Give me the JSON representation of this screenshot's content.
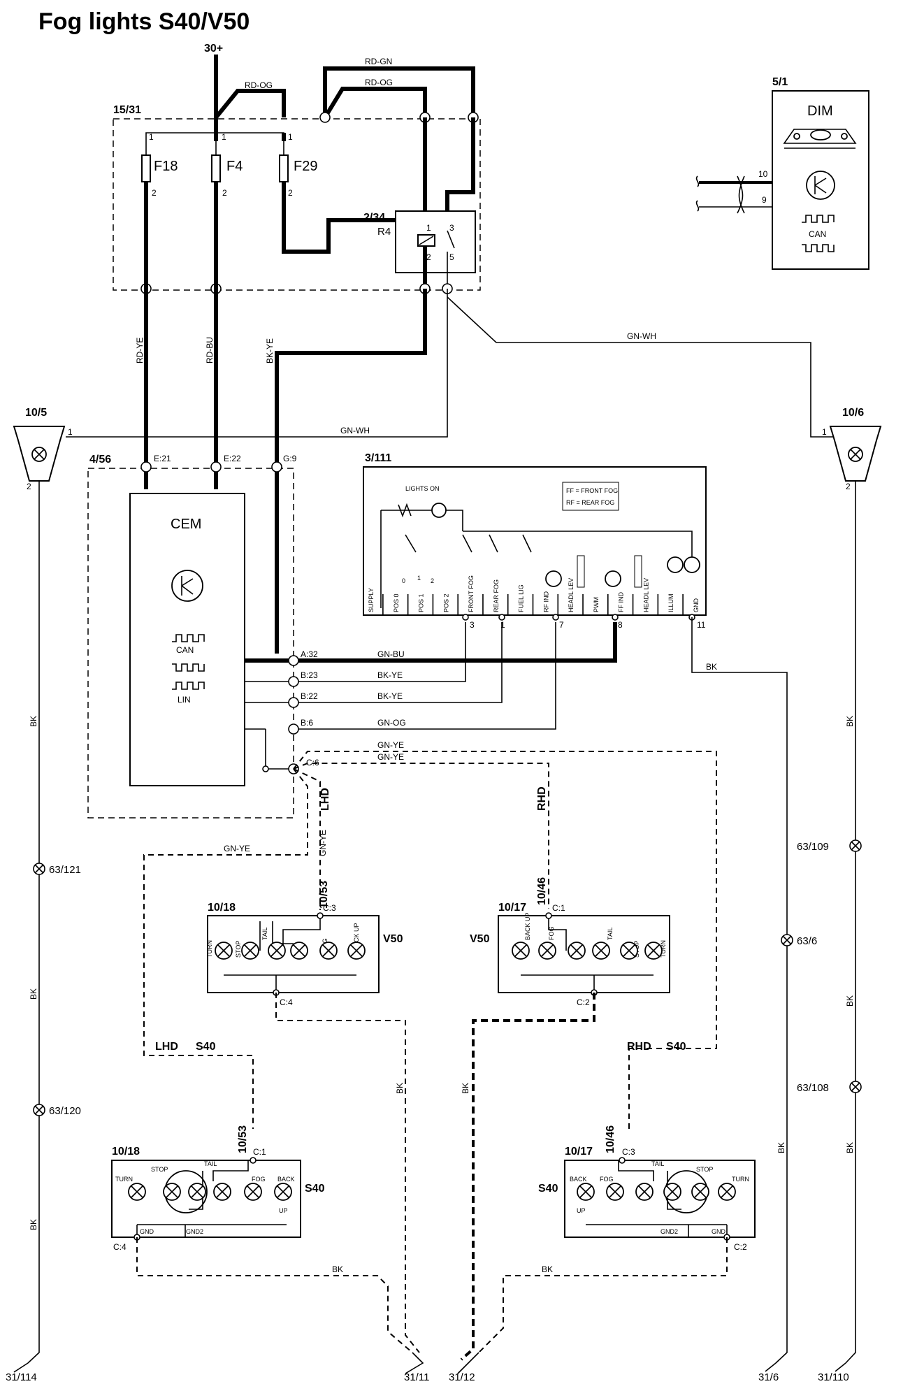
{
  "title": "Fog lights S40/V50",
  "supply": "30+",
  "fusebox": {
    "id": "15/31",
    "fuses": [
      "F18",
      "F4",
      "F29"
    ],
    "pin1": "1",
    "pin2": "2",
    "relay": {
      "id": "2/34",
      "name": "R4",
      "pins": [
        "1",
        "2",
        "3",
        "5"
      ]
    }
  },
  "dim": {
    "id": "5/1",
    "name": "DIM",
    "can": "CAN",
    "pins": [
      "10",
      "9"
    ]
  },
  "cem": {
    "id": "4/56",
    "name": "CEM",
    "can": "CAN",
    "lin": "LIN",
    "inputs": [
      "E:21",
      "E:22",
      "G:9"
    ],
    "pins": [
      "A:32",
      "B:23",
      "B:22",
      "B:6",
      "C:6"
    ]
  },
  "switch": {
    "id": "3/111",
    "legend_ff": "FF = FRONT FOG",
    "legend_rf": "RF = REAR FOG",
    "lights_on": "LIGHTS ON",
    "zero": "0",
    "one": "1",
    "two": "2",
    "columns": [
      "SUPPLY",
      "POS 0",
      "POS 1",
      "POS 2",
      "FRONT FOG",
      "REAR FOG",
      "FUEL LIG",
      "RF IND",
      "HEADL LEV",
      "PWM",
      "FF IND",
      "HEADL LEV",
      "ILLUM",
      "GND"
    ],
    "pins": [
      "3",
      "1",
      "7",
      "8",
      "11"
    ]
  },
  "front_left": {
    "id": "10/5",
    "pin_a": "1",
    "pin_b": "2"
  },
  "front_right": {
    "id": "10/6",
    "pin_a": "1",
    "pin_b": "2"
  },
  "wires": {
    "rd_gn": "RD-GN",
    "rd_og_1": "RD-OG",
    "rd_og_2": "RD-OG",
    "rd_ye": "RD-YE",
    "rd_bu": "RD-BU",
    "bk_ye_v": "BK-YE",
    "gn_wh_1": "GN-WH",
    "gn_wh_2": "GN-WH",
    "gn_bu": "GN-BU",
    "bk_ye_1": "BK-YE",
    "bk_ye_2": "BK-YE",
    "gn_og": "GN-OG",
    "gn_ye_1": "GN-YE",
    "gn_ye_2": "GN-YE",
    "gn_ye_3": "GN-YE",
    "gn_ye_lhd": "GN-YE",
    "lhd": "LHD",
    "rhd": "RHD",
    "bk": "BK"
  },
  "lamps": {
    "v50_left": {
      "id": "10/18",
      "model": "V50",
      "conn_top": "C:3",
      "conn_bot": "C:4",
      "splice": "10/53",
      "labels": [
        "TURN",
        "STOP",
        "TAIL",
        "FOG",
        "BACK UP"
      ]
    },
    "v50_right": {
      "id": "10/17",
      "model": "V50",
      "conn_top": "C:1",
      "conn_bot": "C:2",
      "splice": "10/46",
      "labels": [
        "BACK UP",
        "FOG",
        "TAIL",
        "STOP",
        "TURN"
      ]
    },
    "s40_left": {
      "id": "10/18",
      "model": "S40",
      "conn_top": "C:1",
      "conn_bot": "C:4",
      "splice": "10/53",
      "variant": "LHD",
      "variant_model": "S40",
      "labels": [
        "TURN",
        "STOP",
        "TAIL",
        "FOG",
        "BACK",
        "UP",
        "GND",
        "GND2"
      ]
    },
    "s40_right": {
      "id": "10/17",
      "model": "S40",
      "conn_top": "C:3",
      "conn_bot": "C:2",
      "splice": "10/46",
      "variant": "RHD",
      "variant_model": "S40",
      "labels": [
        "BACK",
        "UP",
        "FOG",
        "TAIL",
        "STOP",
        "TURN",
        "GND2",
        "GND"
      ]
    }
  },
  "splices": [
    "63/121",
    "63/120",
    "63/109",
    "63/108",
    "63/6"
  ],
  "grounds": [
    "31/114",
    "31/11",
    "31/12",
    "31/6",
    "31/110"
  ]
}
